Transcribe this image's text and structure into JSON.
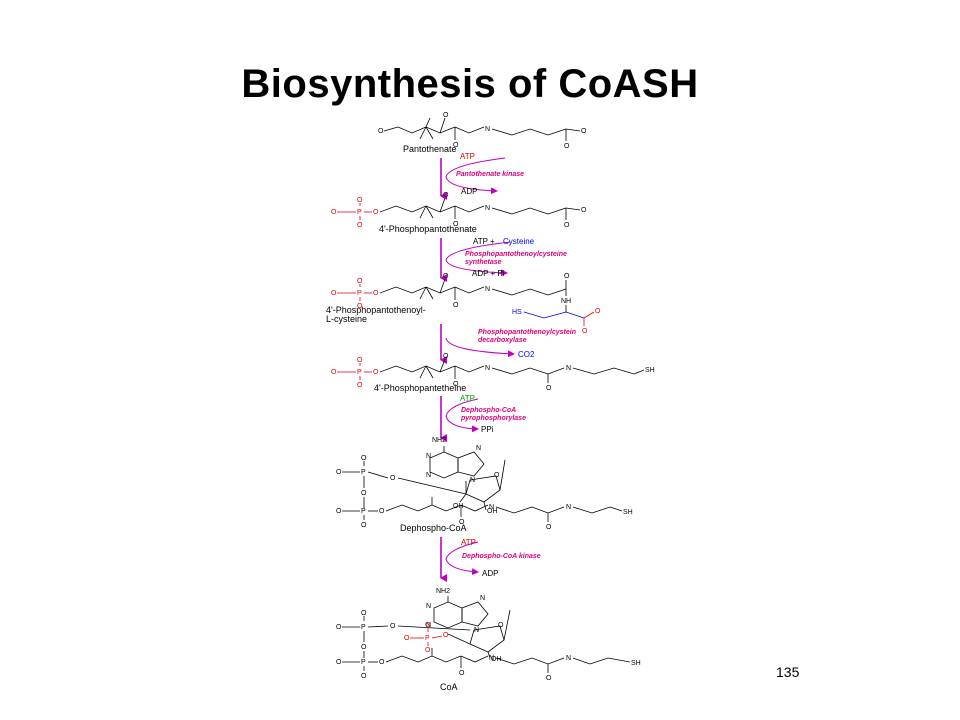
{
  "slide": {
    "title": "Biosynthesis of CoASH",
    "page_number": "135"
  },
  "colors": {
    "arrow": "#c000c0",
    "enzyme": "#e0007a",
    "atp": "#e00000",
    "co2": "#0000e0",
    "cysteine": "#0000e0",
    "phosphate": "#e00000",
    "thiol_hs": "#0000e0"
  },
  "compounds": {
    "c1": "Pantothenate",
    "c2": "4'-Phosphopantothenate",
    "c3_line1": "4'-Phosphopantothenoyl-",
    "c3_line2": "L-cysteine",
    "c4": "4'-Phosphopantetheine",
    "c5": "Dephospho-CoA",
    "c6": "CoA"
  },
  "steps": {
    "s1": {
      "enzyme": "Pantothenate kinase",
      "in": "ATP",
      "out": "ADP"
    },
    "s2": {
      "enzyme_line1": "Phosphopantothenoylcysteine",
      "enzyme_line2": "synthetase",
      "in_atp": "ATP +",
      "in_cys": "Cysteine",
      "out": "ADP + Pi"
    },
    "s3": {
      "enzyme_line1": "Phosphopantothenoylcystein",
      "enzyme_line2": "decarboxylase",
      "out": "CO2"
    },
    "s4": {
      "enzyme_line1": "Dephospho-CoA",
      "enzyme_line2": "pyrophosphorylase",
      "in": "ATP",
      "out": "PPi"
    },
    "s5": {
      "enzyme": "Dephospho-CoA kinase",
      "in": "ATP",
      "out": "ADP"
    }
  },
  "atoms": {
    "O": "O",
    "N": "N",
    "H": "H",
    "P": "P",
    "SH": "SH",
    "HS": "HS",
    "NH": "NH",
    "NH2": "NH2",
    "OH": "OH"
  }
}
